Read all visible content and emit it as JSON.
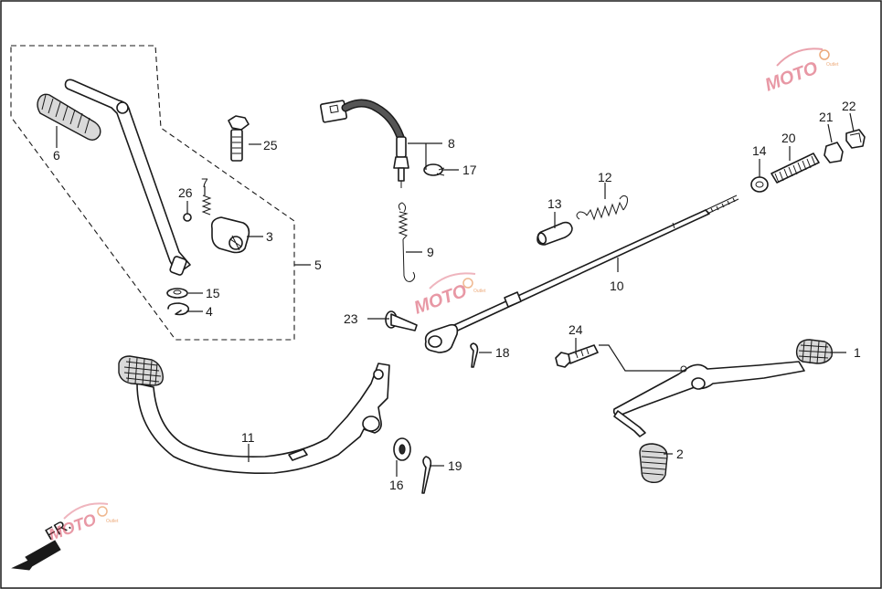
{
  "diagram": {
    "callouts": {
      "c1": "1",
      "c2": "2",
      "c3": "3",
      "c4": "4",
      "c5": "5",
      "c6": "6",
      "c7": "7",
      "c8": "8",
      "c9": "9",
      "c10": "10",
      "c11": "11",
      "c12": "12",
      "c13": "13",
      "c14": "14",
      "c15": "15",
      "c16": "16",
      "c17": "17",
      "c18": "18",
      "c19": "19",
      "c20": "20",
      "c21": "21",
      "c22": "22",
      "c23": "23",
      "c24": "24",
      "c25": "25",
      "c26": "26"
    },
    "direction_label": "FR.",
    "watermark": {
      "text": "MOTO",
      "sub": "Outlet"
    },
    "colors": {
      "line": "#1a1a1a",
      "background": "#ffffff",
      "watermark": "#d6455c"
    }
  }
}
